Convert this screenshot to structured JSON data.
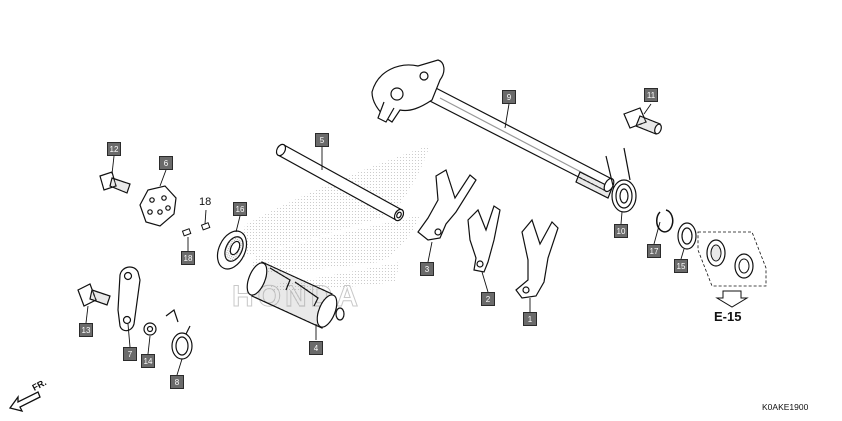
{
  "diagram": {
    "reference_code": "K0AKE1900",
    "direction_label": "FR.",
    "cross_reference": "E-15",
    "watermark": "HONDA",
    "callouts": [
      {
        "key": "p1",
        "number": "1",
        "part": "shift-fork-1"
      },
      {
        "key": "p2",
        "number": "2",
        "part": "shift-fork-2"
      },
      {
        "key": "p3",
        "number": "3",
        "part": "shift-fork-3"
      },
      {
        "key": "p4",
        "number": "4",
        "part": "shift-drum"
      },
      {
        "key": "p5",
        "number": "5",
        "part": "shift-fork-shaft"
      },
      {
        "key": "p6",
        "number": "6",
        "part": "drum-center-plate"
      },
      {
        "key": "p7",
        "number": "7",
        "part": "stopper-arm"
      },
      {
        "key": "p8",
        "number": "8",
        "part": "stopper-arm-spring"
      },
      {
        "key": "p9",
        "number": "9",
        "part": "gearshift-spindle"
      },
      {
        "key": "p10",
        "number": "10",
        "part": "return-spring"
      },
      {
        "key": "p11",
        "number": "11",
        "part": "pin-bolt"
      },
      {
        "key": "p12",
        "number": "12",
        "part": "center-bolt"
      },
      {
        "key": "p13",
        "number": "13",
        "part": "stopper-bolt"
      },
      {
        "key": "p14",
        "number": "14",
        "part": "washer"
      },
      {
        "key": "p15",
        "number": "15",
        "part": "spindle-washer"
      },
      {
        "key": "p16",
        "number": "16",
        "part": "drum-bearing"
      },
      {
        "key": "p17",
        "number": "17",
        "part": "circlip"
      },
      {
        "key": "p18",
        "number": "18",
        "part": "dowel-pin"
      }
    ],
    "loose_label": "18"
  }
}
